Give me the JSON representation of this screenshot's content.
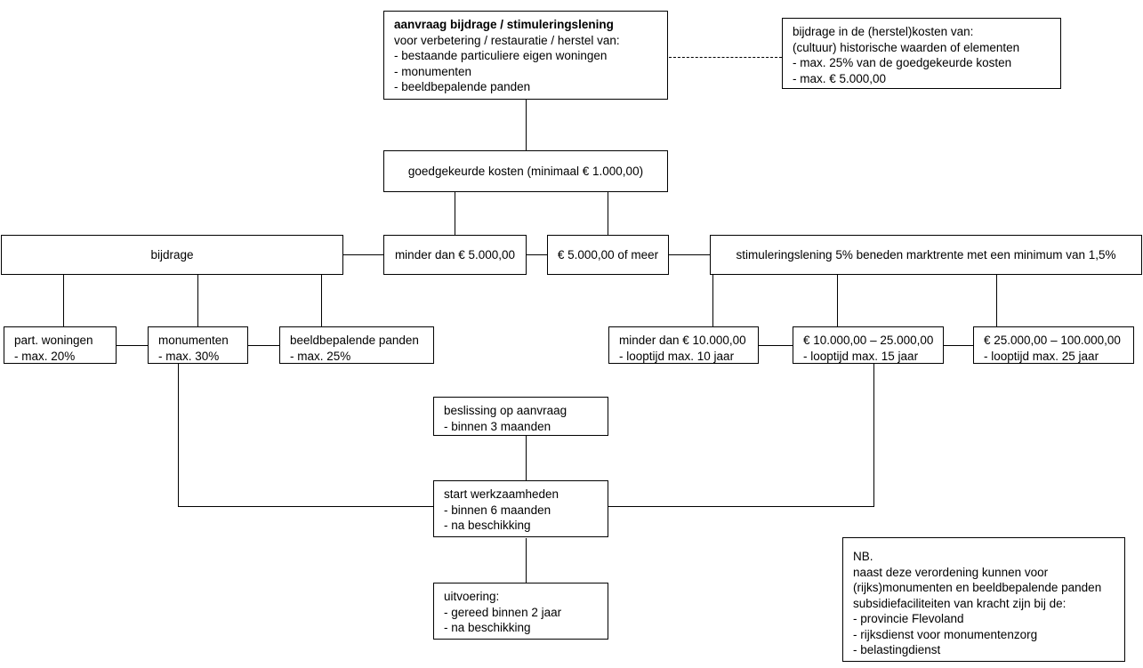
{
  "diagram": {
    "title": "aanvraag bijdrage / stimuleringslening",
    "boxes": {
      "aanvraag": {
        "title": "aanvraag bijdrage / stimuleringslening",
        "body": "voor verbetering / restauratie / herstel van:\n- bestaande particuliere eigen woningen\n- monumenten\n- beeldbepalende panden"
      },
      "bijdrage_herstelkosten": {
        "text": "bijdrage in de (herstel)kosten van:\n(cultuur) historische waarden of elementen\n- max. 25% van de goedgekeurde kosten\n- max. € 5.000,00"
      },
      "goedgekeurde_kosten": {
        "text": "goedgekeurde kosten (minimaal € 1.000,00)"
      },
      "bijdrage": {
        "text": "bijdrage"
      },
      "minder_dan_5000": {
        "text": "minder dan € 5.000,00"
      },
      "vanaf_5000": {
        "text": "€ 5.000,00 of meer"
      },
      "stimuleringslening": {
        "text": "stimuleringslening 5% beneden marktrente met een minimum van 1,5%"
      },
      "part_woningen": {
        "text": "part. woningen\n- max. 20%"
      },
      "monumenten": {
        "text": "monumenten\n- max. 30%"
      },
      "beeldbepalende_panden": {
        "text": "beeldbepalende panden\n- max. 25%"
      },
      "minder_dan_10000": {
        "text": "minder dan € 10.000,00\n- looptijd max. 10 jaar"
      },
      "tussen_10000_25000": {
        "text": "€ 10.000,00 – 25.000,00\n- looptijd max. 15 jaar"
      },
      "tussen_25000_100000": {
        "text": "€ 25.000,00 – 100.000,00\n- looptijd max. 25 jaar"
      },
      "beslissing": {
        "text": "beslissing op aanvraag\n- binnen 3 maanden"
      },
      "start_werkzaamheden": {
        "text": "start werkzaamheden\n- binnen 6 maanden\n- na beschikking"
      },
      "uitvoering": {
        "text": "uitvoering:\n- gereed binnen 2 jaar\n- na beschikking"
      },
      "nb": {
        "text": "NB.\nnaast deze verordening kunnen voor\n(rijks)monumenten en beeldbepalende panden\nsubsidiefaciliteiten van kracht zijn bij de:\n- provincie Flevoland\n- rijksdienst voor monumentenzorg\n- belastingdienst"
      }
    },
    "colors": {
      "border": "#000000",
      "background": "#ffffff",
      "text": "#000000"
    }
  }
}
